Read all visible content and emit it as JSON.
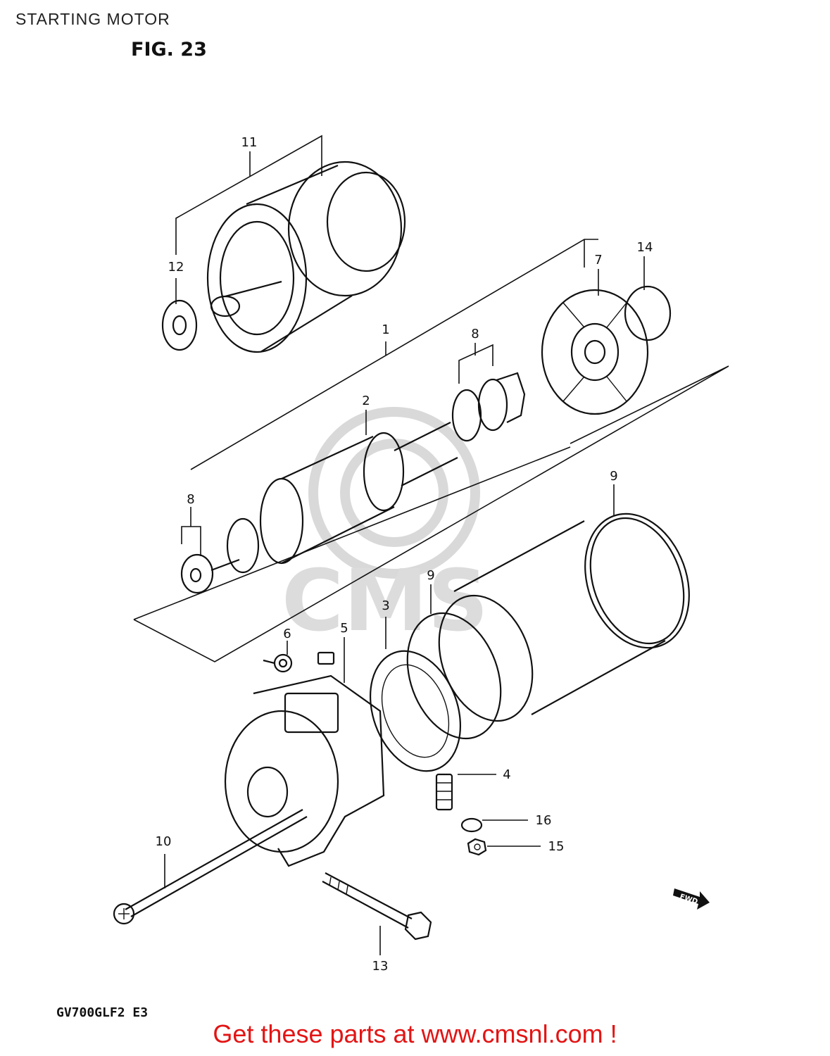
{
  "header": {
    "title": "STARTING MOTOR",
    "figure": "FIG. 23"
  },
  "diagram": {
    "callouts": [
      "1",
      "2",
      "3",
      "4",
      "5",
      "6",
      "7",
      "8",
      "8",
      "9",
      "9",
      "10",
      "11",
      "12",
      "13",
      "14",
      "15",
      "16"
    ],
    "direction_marker": "FWD",
    "watermark": "CMS"
  },
  "footer": {
    "model_code": "GV700GLF2  E3",
    "promo_text": "Get these parts at www.cmsnl.com !",
    "promo_color": "#e31414"
  }
}
